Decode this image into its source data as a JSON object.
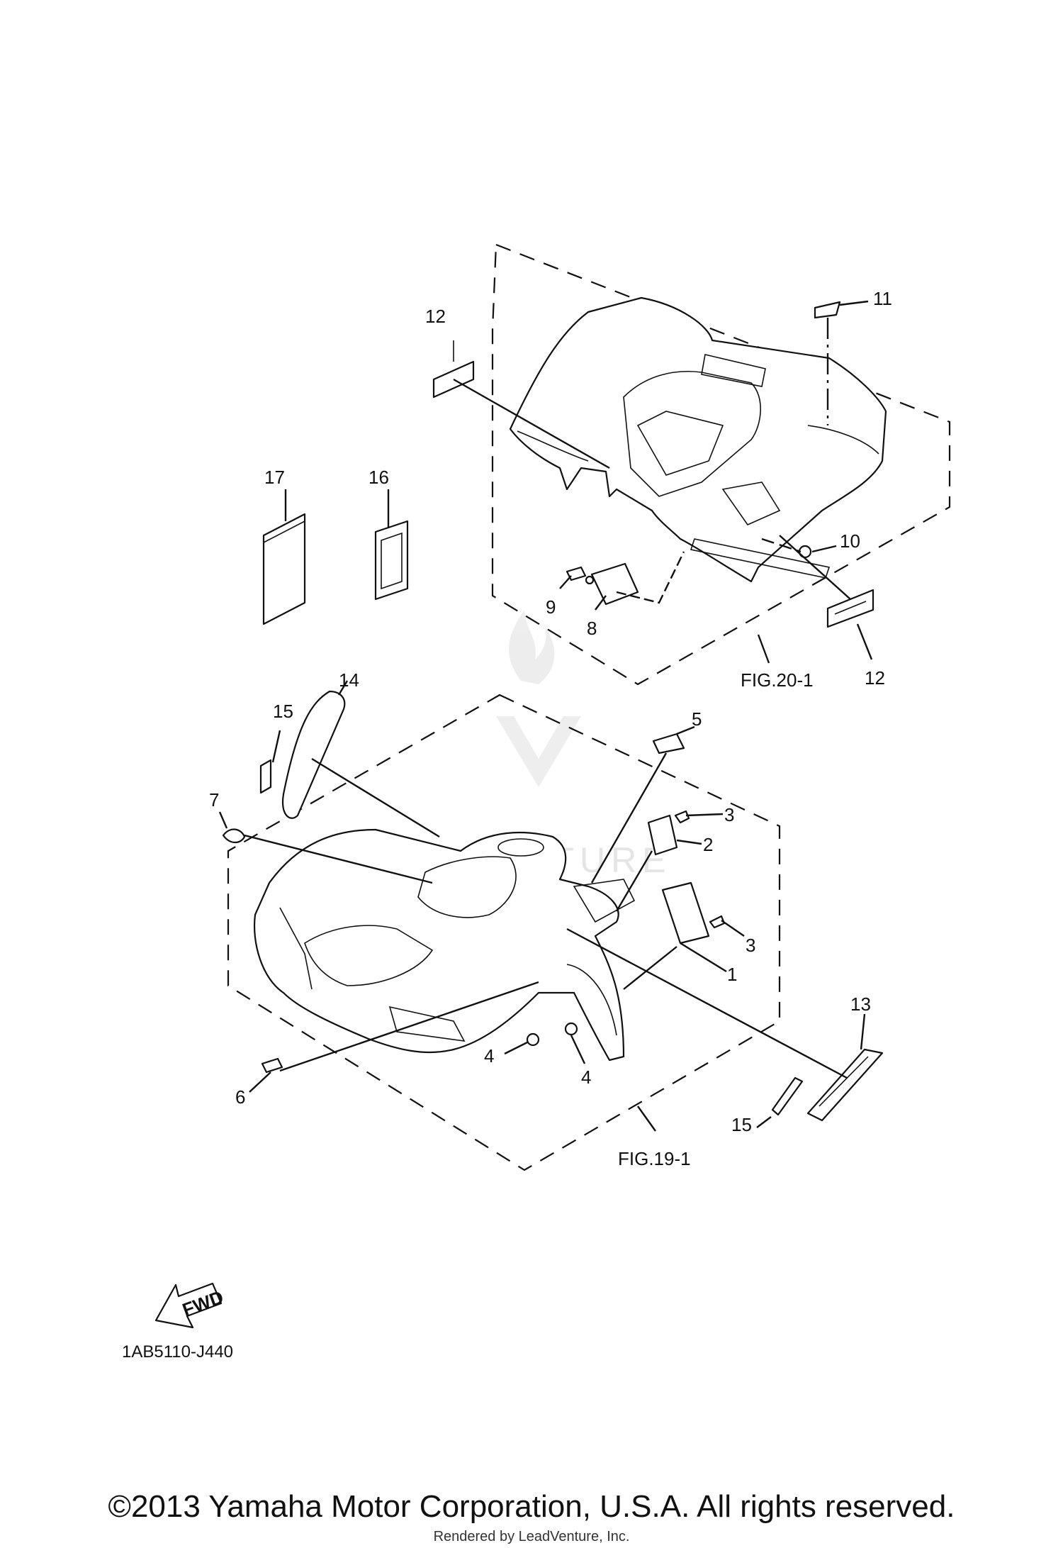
{
  "diagram": {
    "callouts": {
      "c1": "1",
      "c2": "2",
      "c3a": "3",
      "c3b": "3",
      "c4a": "4",
      "c4b": "4",
      "c5": "5",
      "c6": "6",
      "c7": "7",
      "c8": "8",
      "c9": "9",
      "c10": "10",
      "c11": "11",
      "c12a": "12",
      "c12b": "12",
      "c13": "13",
      "c14": "14",
      "c15a": "15",
      "c15b": "15",
      "c16": "16",
      "c17": "17"
    },
    "references": {
      "rear": "FIG.20-1",
      "front": "FIG.19-1"
    },
    "direction_arrow": "FWD",
    "drawing_code": "1AB5110-J440",
    "watermark": "LEADVENTURE"
  },
  "footer": {
    "copyright": "©2013 Yamaha Motor Corporation, U.S.A. All rights reserved.",
    "rendered_by": "Rendered by LeadVenture, Inc."
  }
}
